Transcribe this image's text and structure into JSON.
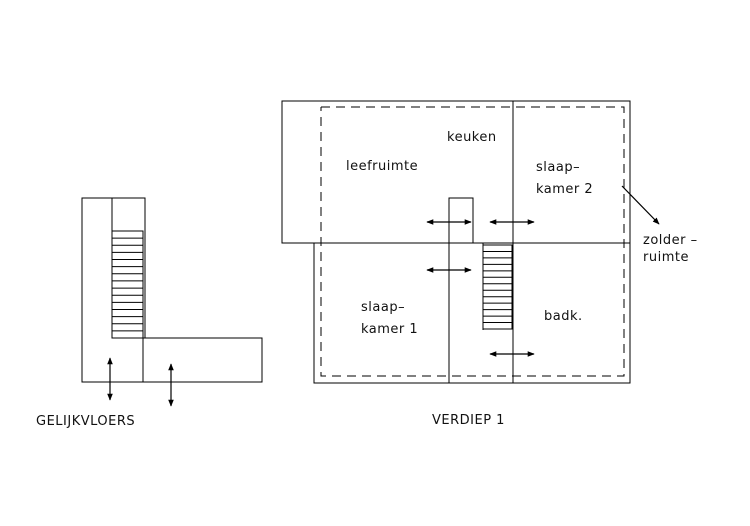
{
  "ground_floor": {
    "title": "GELIJKVLOERS"
  },
  "floor_1": {
    "title": "VERDIEP 1",
    "rooms": {
      "keuken": "keuken",
      "leefruimte": "leefruimte",
      "slaapkamer2_l1": "slaap–",
      "slaapkamer2_l2": "kamer 2",
      "slaapkamer1_l1": "slaap–",
      "slaapkamer1_l2": "kamer 1",
      "badk": "badk.",
      "zolder_l1": "zolder –",
      "zolder_l2": "ruimte"
    }
  },
  "icons": {
    "double_arrow": "double-headed-arrow-icon",
    "stairs": "stairs-icon"
  }
}
